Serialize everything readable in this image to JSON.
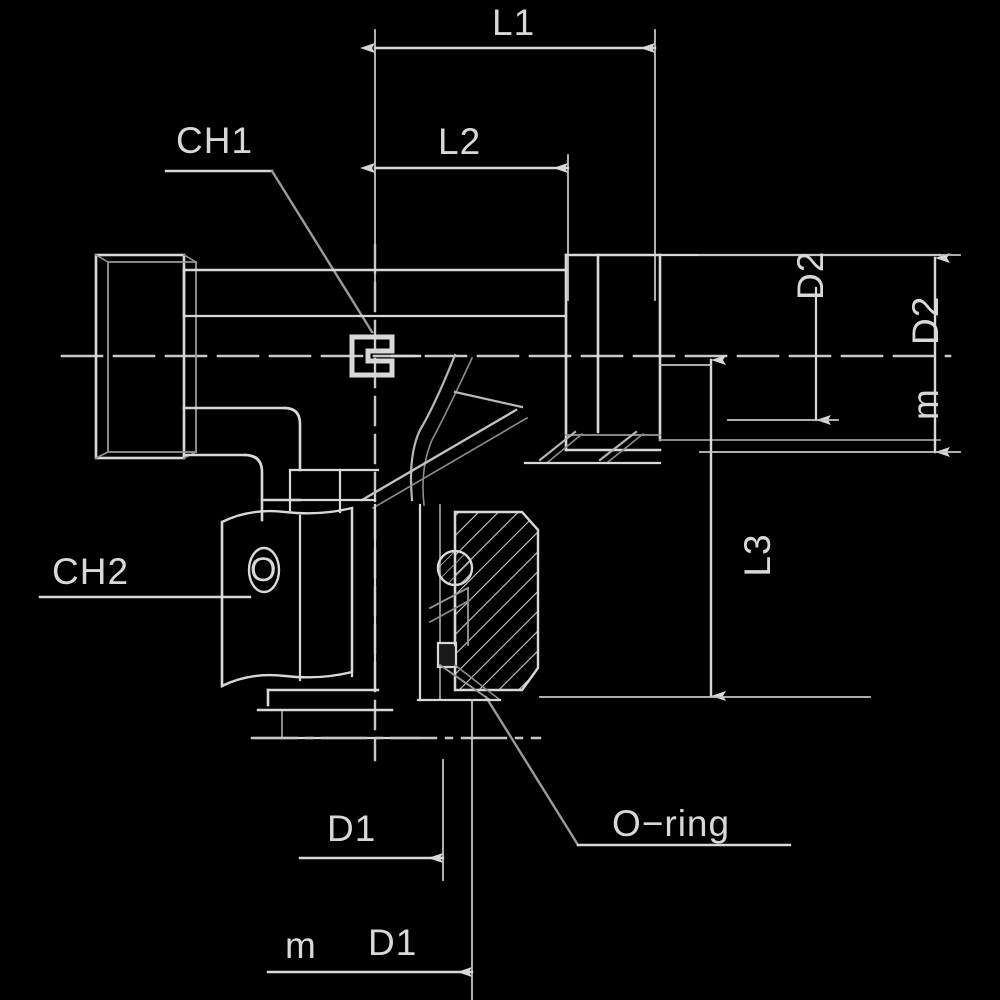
{
  "drawing": {
    "title": "Hydraulic T-fitting cross-section technical drawing",
    "background_color": "#000000",
    "line_color": "#d8d8d8",
    "thin_line_color": "#b0b0b0",
    "labels": {
      "l1": "L1",
      "l2": "L2",
      "l3": "L3",
      "d1_upper": "D1",
      "d1_lower": "D1",
      "m_prefix": "m",
      "d2_inner": "D2",
      "d2_outer": "D2",
      "m_d2_prefix": "m",
      "ch1": "CH1",
      "ch2": "CH2",
      "o_ring": "O−ring",
      "hex_mark": "O"
    }
  }
}
